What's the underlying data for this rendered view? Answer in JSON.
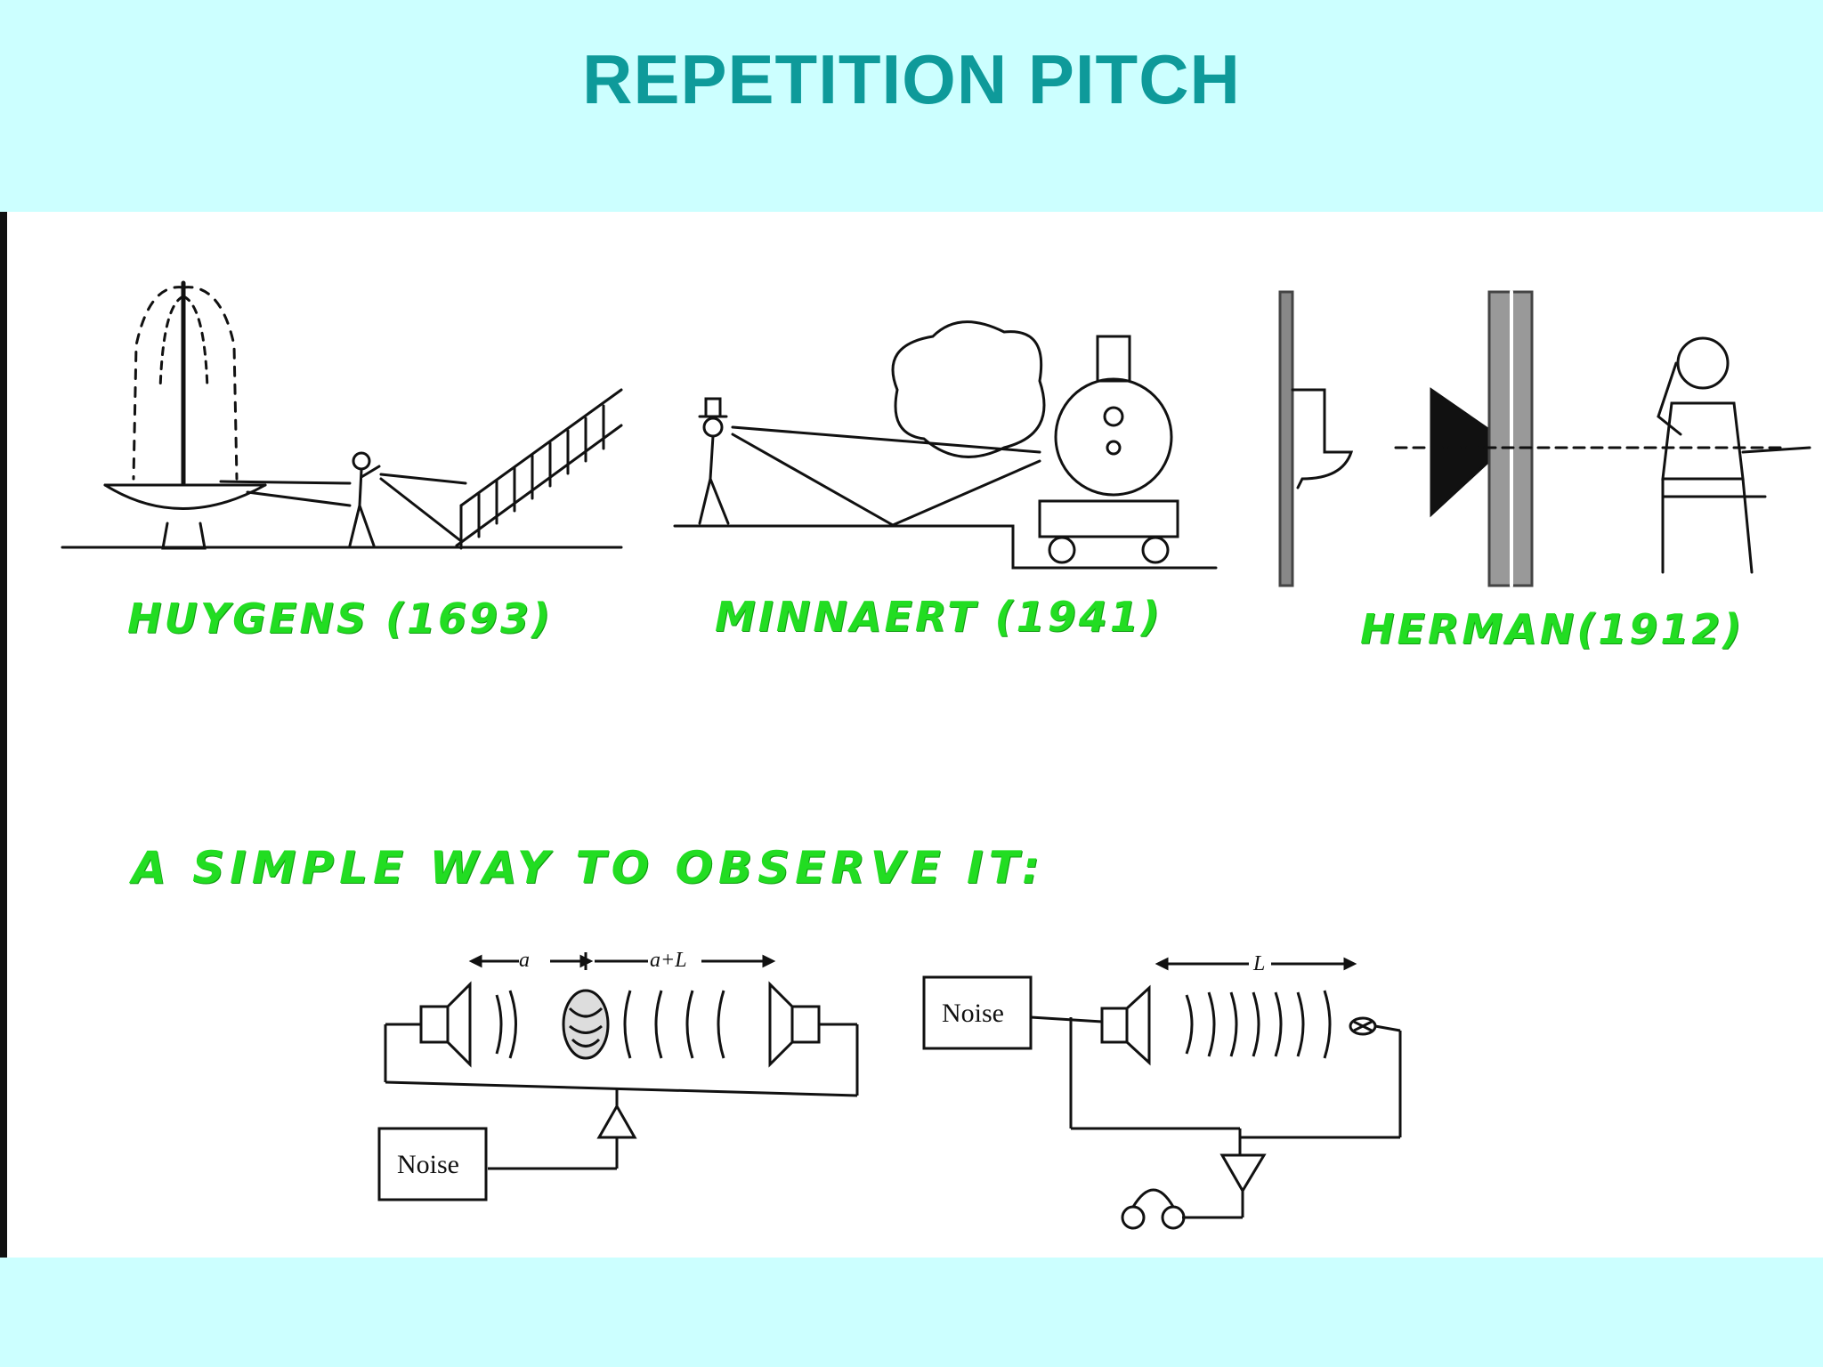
{
  "slide": {
    "title": "REPETITION PITCH"
  },
  "captions": {
    "huygens": "HUYGENS (1693)",
    "minnaert": "MINNAERT (1941)",
    "herman": "HERMAN(1912)"
  },
  "subtitle": "A SIMPLE WAY TO OBSERVE IT:",
  "diagram_left": {
    "noise_label": "Noise",
    "dim_a": "a",
    "dim_a_plus_l": "a+L"
  },
  "diagram_right": {
    "noise_label": "Noise",
    "dim_l": "L"
  },
  "colors": {
    "title": "#0e9a9a",
    "background": "#ccffff",
    "handwriting": "#22dd22"
  }
}
